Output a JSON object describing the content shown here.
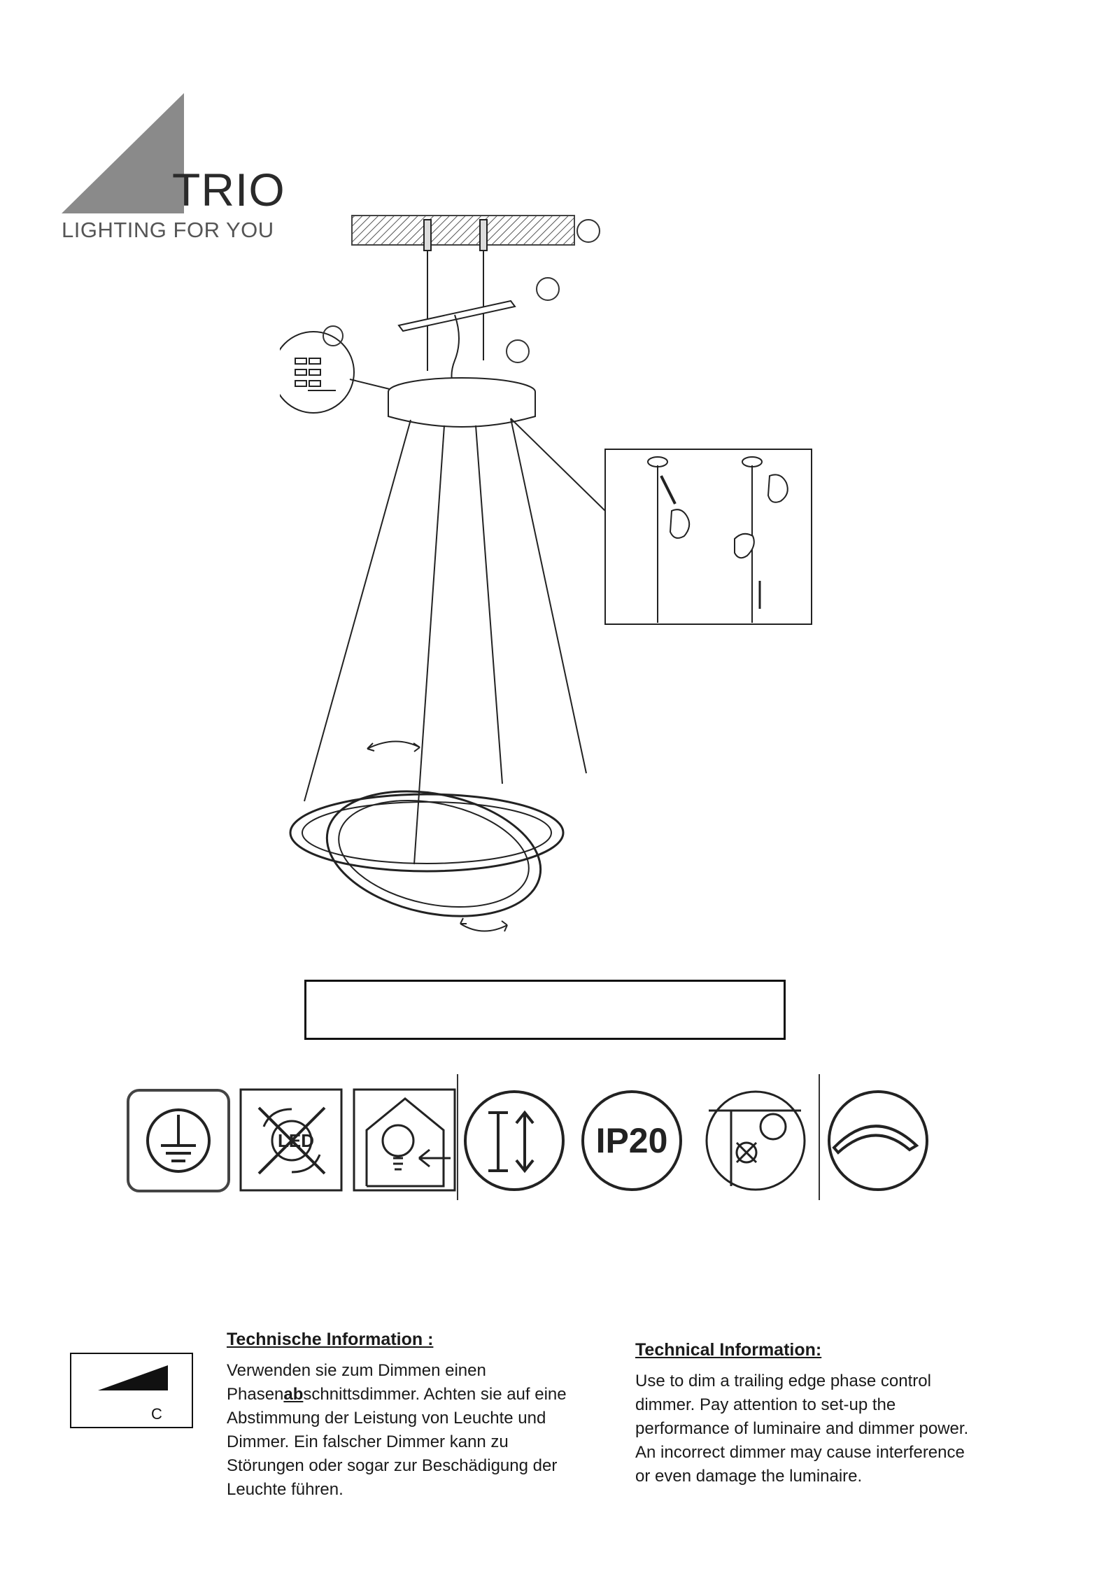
{
  "logo": {
    "brand": "TRIO",
    "tagline": "LIGHTING FOR YOU"
  },
  "symbols": [
    {
      "name": "protection-class-earth-icon"
    },
    {
      "name": "led-not-replaceable-icon"
    },
    {
      "name": "indoor-use-icon"
    },
    {
      "name": "height-adjustable-icon"
    },
    {
      "name": "ip20-icon",
      "label": "IP20"
    },
    {
      "name": "dimmer-not-included-icon"
    },
    {
      "name": "dimmable-icon"
    }
  ],
  "dimmer": {
    "letter": "C"
  },
  "german": {
    "heading": "Technische Information :",
    "line1": "Verwenden sie zum Dimmen einen",
    "line2_pre": "Phasen",
    "line2_bold": "ab",
    "line2_post": "schnittsdimmer. Achten sie auf eine",
    "line3": "Abstimmung der Leistung von Leuchte und",
    "line4": "Dimmer. Ein falscher Dimmer kann zu",
    "line5": "Störungen oder sogar zur Beschädigung der",
    "line6": "Leuchte führen."
  },
  "english": {
    "heading": "Technical Information:",
    "line1": "Use to dim a trailing edge phase control",
    "line2": "dimmer. Pay attention to set-up the",
    "line3": "performance of luminaire and dimmer power.",
    "line4": "An incorrect dimmer may cause interference",
    "line5": "or even damage the luminaire."
  }
}
